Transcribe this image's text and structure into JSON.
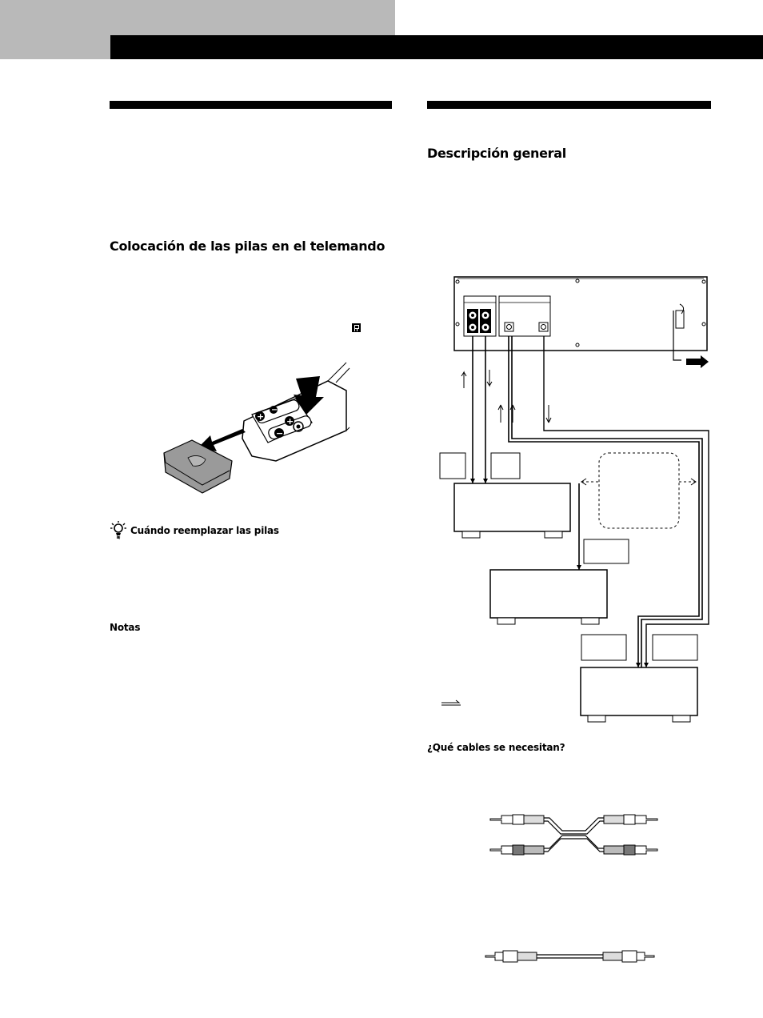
{
  "left_column": {
    "section_heading": "Colocación de las pilas en el telemando",
    "tip_title": "Cuándo reemplazar las pilas",
    "notes_title": "Notas",
    "icons": [
      "lightbulb-tip-icon",
      "remote-symbol-icon"
    ]
  },
  "right_column": {
    "section_heading": "Descripción general",
    "cables_question": "¿Qué cables se necesitan?"
  },
  "colors": {
    "header_tab_gray": "#b9b9b9",
    "header_band": "#000000",
    "text": "#000000",
    "battery_cover_gray": "#9a9a9a"
  }
}
